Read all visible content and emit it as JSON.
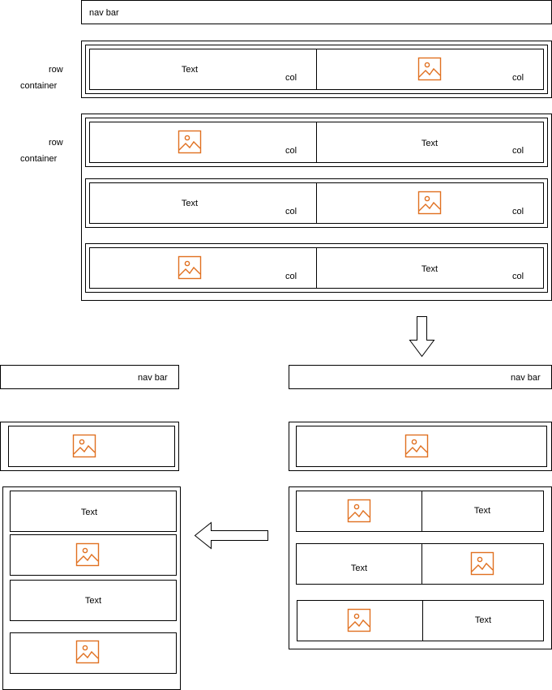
{
  "labels": {
    "nav_bar": "nav bar",
    "row": "row",
    "container": "container",
    "text": "Text",
    "col": "col"
  },
  "icons": {
    "image": "image-icon",
    "down_arrow": "arrow-down-icon",
    "left_arrow": "arrow-left-icon"
  },
  "colors": {
    "icon": "#e07020",
    "stroke": "#000000",
    "background": "#ffffff"
  }
}
